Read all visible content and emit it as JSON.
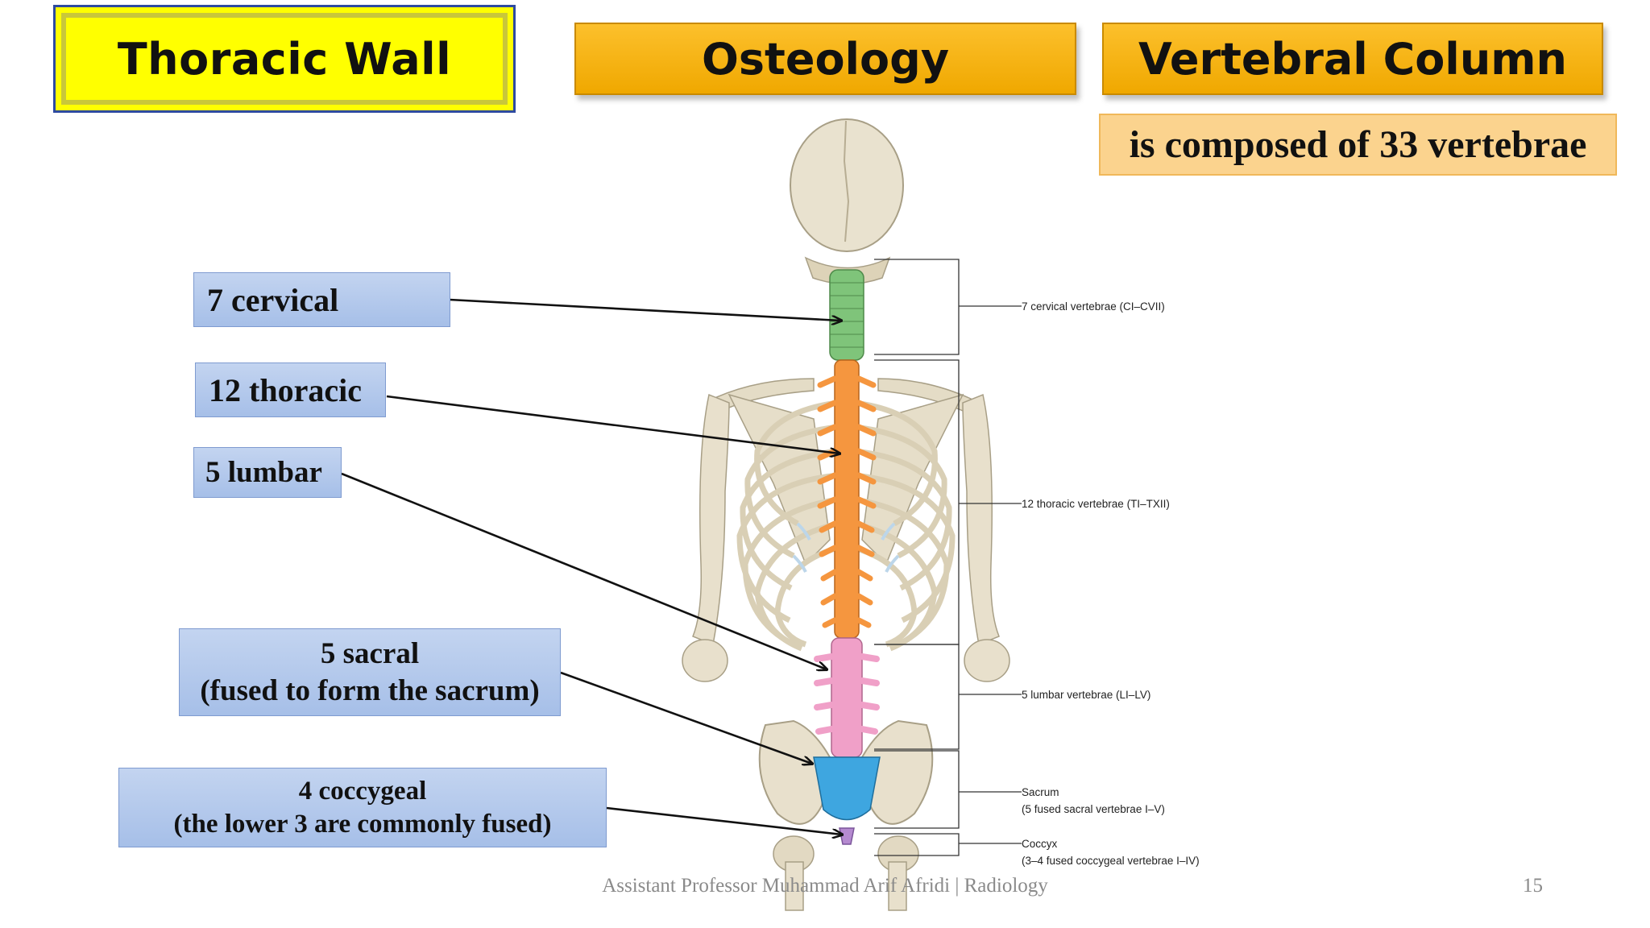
{
  "header": {
    "thoracic_wall": "Thoracic Wall",
    "osteology": "Osteology",
    "vertebral_column": "Vertebral Column"
  },
  "composed": "is composed of 33 vertebrae",
  "labels": {
    "cervical": "7 cervical",
    "thoracic": "12 thoracic",
    "lumbar": "5 lumbar",
    "sacral_line1": "5 sacral",
    "sacral_line2": "(fused to form the sacrum)",
    "coccygeal_line1": "4 coccygeal",
    "coccygeal_line2": "(the lower 3 are commonly fused)"
  },
  "anatomy_notes": {
    "cervical": "7 cervical vertebrae (CI–CVII)",
    "thoracic": "12 thoracic vertebrae (TI–TXII)",
    "lumbar": "5 lumbar vertebrae (LI–LV)",
    "sacrum_line1": "Sacrum",
    "sacrum_line2": "(5 fused sacral vertebrae I–V)",
    "coccyx_line1": "Coccyx",
    "coccyx_line2": "(3–4 fused coccygeal vertebrae I–IV)"
  },
  "footer": "Assistant Professor Muhammad Arif Afridi | Radiology",
  "page_number": "15",
  "colors": {
    "cervical": "#7fc47a",
    "thoracic": "#f5963f",
    "lumbar": "#f0a0c8",
    "sacrum": "#3ea6e0",
    "coccyx": "#b58ad0",
    "bone": "#e8e0cc"
  }
}
